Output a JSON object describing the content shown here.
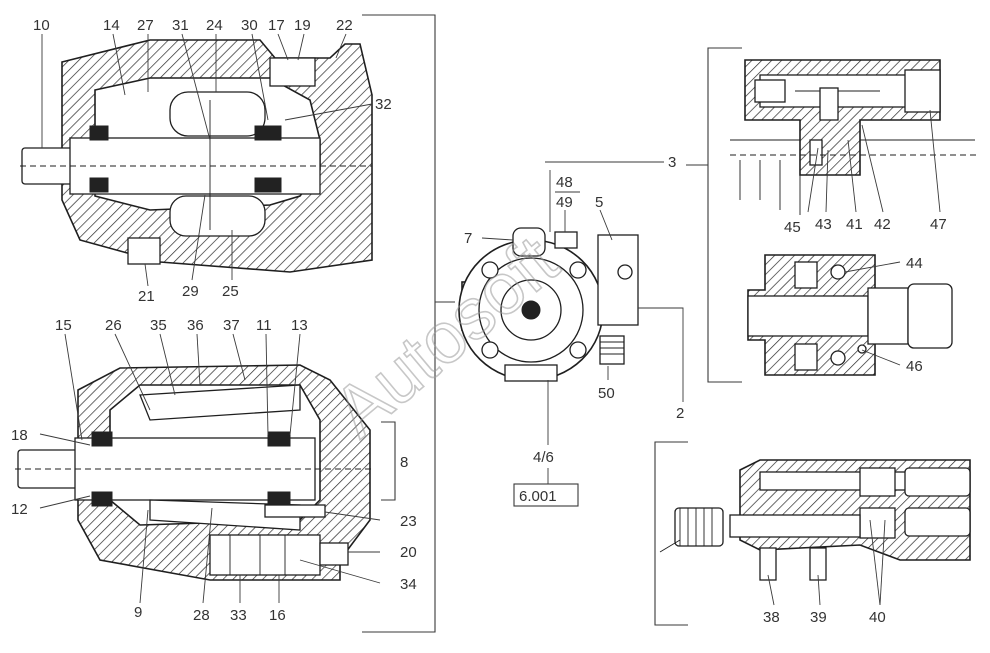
{
  "watermark": "Autosoft",
  "reference_box": "6.001",
  "labels": {
    "l10": "10",
    "l14": "14",
    "l27": "27",
    "l31": "31",
    "l24": "24",
    "l30": "30",
    "l17": "17",
    "l19": "19",
    "l22": "22",
    "l32": "32",
    "l21": "21",
    "l29": "29",
    "l25": "25",
    "l15": "15",
    "l26": "26",
    "l35": "35",
    "l36": "36",
    "l37": "37",
    "l11": "11",
    "l13": "13",
    "l18": "18",
    "l8": "8",
    "l12": "12",
    "l23": "23",
    "l20": "20",
    "l34": "34",
    "l9": "9",
    "l28": "28",
    "l33": "33",
    "l16": "16",
    "l7": "7",
    "l48": "48",
    "l49": "49",
    "l5": "5",
    "l50": "50",
    "l46_ratio": "4/6",
    "l3": "3",
    "l2": "2",
    "l45": "45",
    "l43": "43",
    "l41": "41",
    "l42": "42",
    "l47": "47",
    "l44": "44",
    "l46": "46",
    "l38": "38",
    "l39": "39",
    "l40": "40"
  }
}
